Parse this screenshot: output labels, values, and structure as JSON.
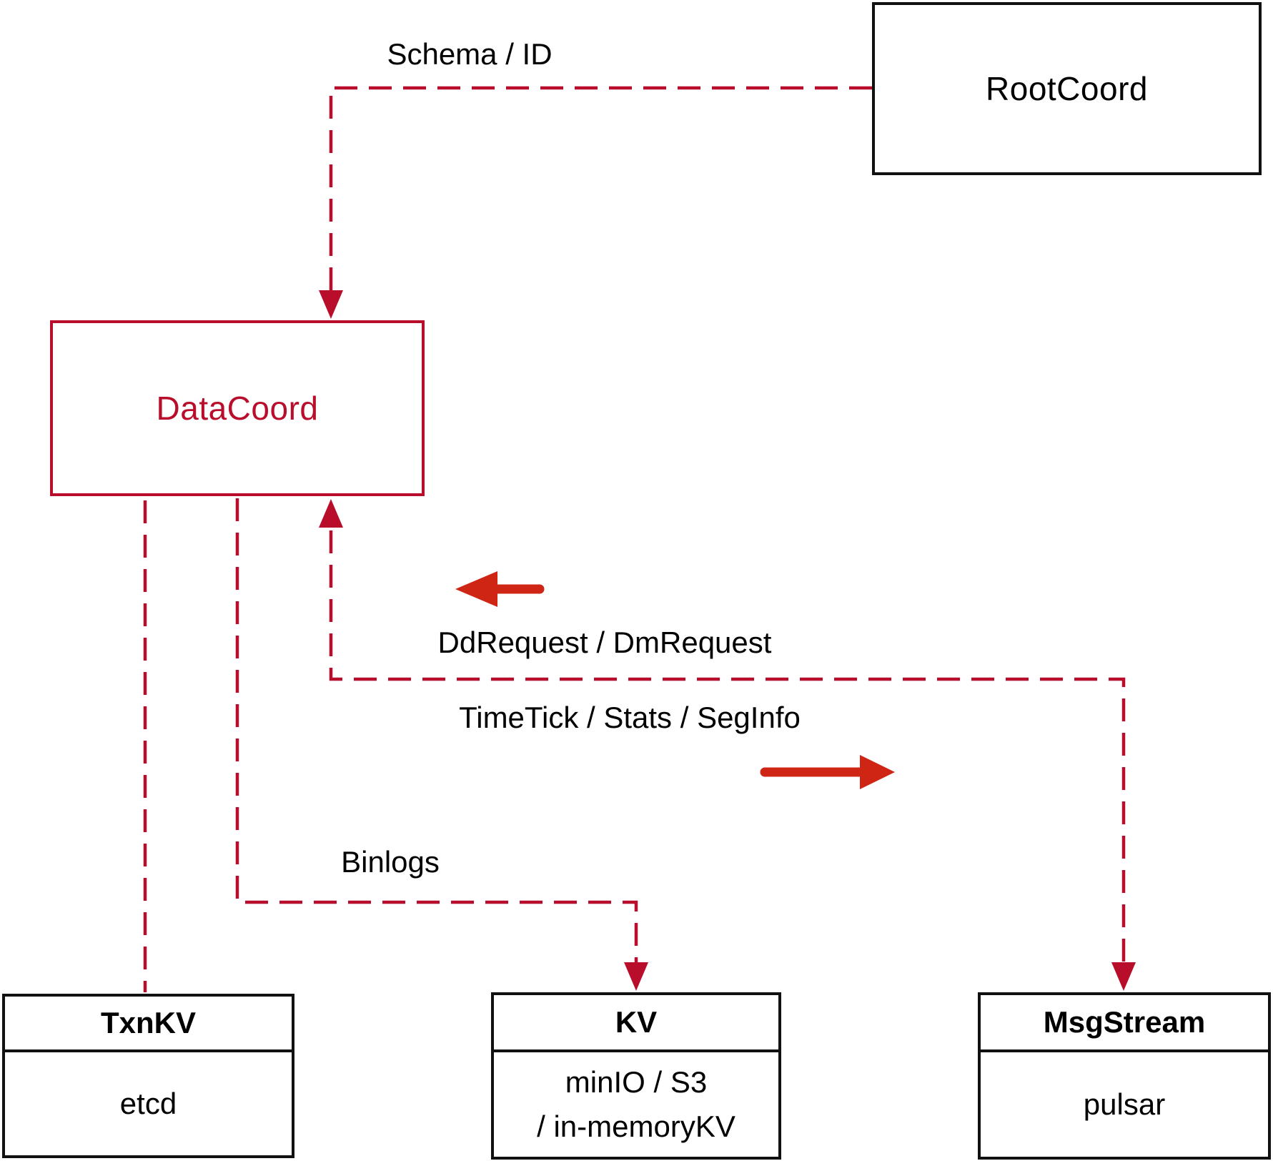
{
  "colors": {
    "line_red": "#b80e2b",
    "arrow_red": "#ce2514",
    "box_black": "#111111",
    "bg": "#ffffff"
  },
  "nodes": {
    "rootcoord": {
      "label": "RootCoord"
    },
    "datacoord": {
      "label": "DataCoord"
    },
    "txnkv": {
      "title": "TxnKV",
      "body": "etcd"
    },
    "kv": {
      "title": "KV",
      "body_line1": "minIO / S3",
      "body_line2": "/ in-memoryKV"
    },
    "msgstream": {
      "title": "MsgStream",
      "body": "pulsar"
    }
  },
  "edges": {
    "schema_id": {
      "label": "Schema / ID"
    },
    "dd_dm": {
      "label": "DdRequest / DmRequest"
    },
    "timetick": {
      "label": "TimeTick / Stats / SegInfo"
    },
    "binlogs": {
      "label": "Binlogs"
    }
  }
}
